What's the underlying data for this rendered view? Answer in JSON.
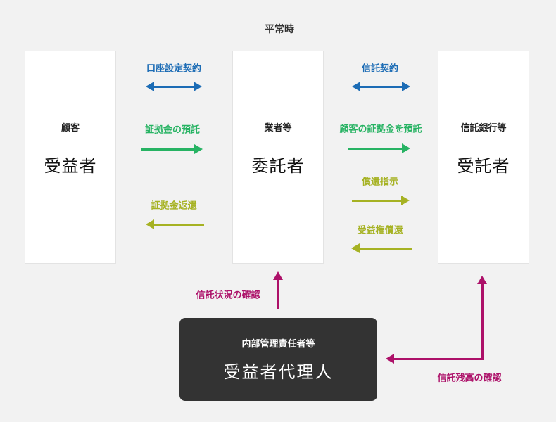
{
  "title": "平常時",
  "colors": {
    "background": "#f2f2f2",
    "contract_blue": "#1c6cb5",
    "deposit_green": "#27b363",
    "return_olive": "#a6b223",
    "check_magenta": "#ad1169",
    "agent_box_dark": "#333333"
  },
  "boxes": {
    "beneficiary": {
      "role": "顧客",
      "name": "受益者"
    },
    "trustor": {
      "role": "業者等",
      "name": "委託者"
    },
    "trustee": {
      "role": "信託銀行等",
      "name": "受託者"
    },
    "agent": {
      "role": "内部管理責任者等",
      "name": "受益者代理人"
    }
  },
  "arrows": {
    "account_contract": "口座設定契約",
    "margin_deposit": "証拠金の預託",
    "margin_return": "証拠金返還",
    "trust_contract": "信託契約",
    "customer_margin_deposit": "顧客の証拠金を預託",
    "redemption_instruction": "償還指示",
    "beneficiary_right_redemption": "受益権償還",
    "trust_status_check": "信託状況の確認",
    "trust_balance_check": "信託残高の確認"
  }
}
